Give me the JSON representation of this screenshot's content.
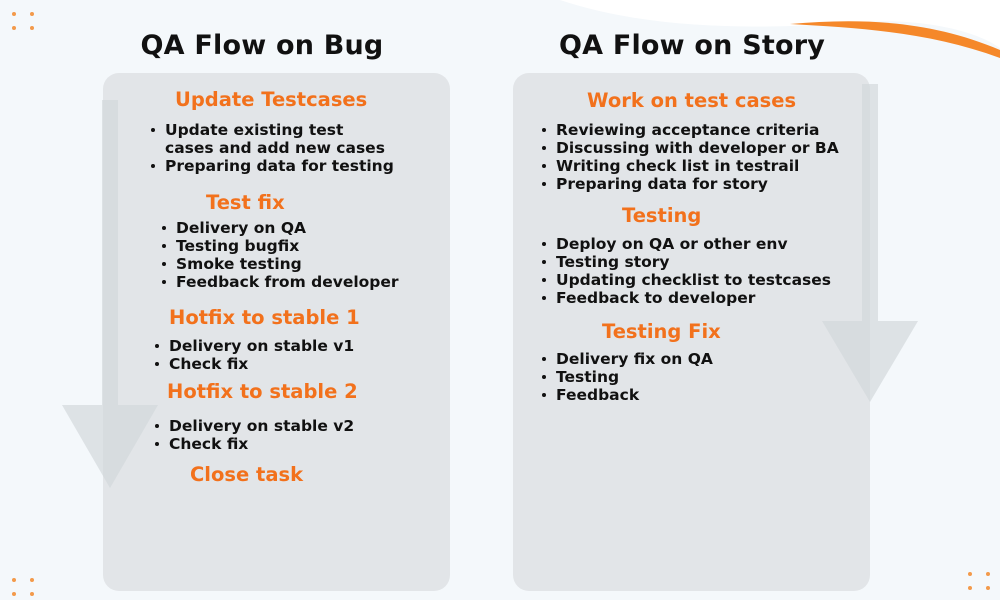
{
  "colors": {
    "accent": "#f2711c",
    "card": "#e2e5e8",
    "text": "#111111"
  },
  "bug": {
    "title": "QA Flow on Bug",
    "sections": [
      {
        "title": "Update Testcases",
        "items": [
          "Update existing test\ncases and add new cases",
          "Preparing data for testing"
        ]
      },
      {
        "title": "Test fix",
        "items": [
          "Delivery on QA",
          "Testing bugfix",
          "Smoke testing",
          "Feedback from developer"
        ]
      },
      {
        "title": "Hotfix to stable 1",
        "items": [
          "Delivery on stable v1",
          "Check fix"
        ]
      },
      {
        "title": "Hotfix to stable 2",
        "items": [
          "Delivery on stable v2",
          "Check fix"
        ]
      },
      {
        "title": "Close task",
        "items": []
      }
    ]
  },
  "story": {
    "title": "QA Flow on Story",
    "sections": [
      {
        "title": "Work on test cases",
        "items": [
          "Reviewing acceptance criteria",
          "Discussing with developer or BA",
          "Writing check list in testrail",
          "Preparing data for story"
        ]
      },
      {
        "title": "Testing",
        "items": [
          "Deploy on QA or other env",
          "Testing story",
          "Updating checklist to testcases",
          "Feedback to developer"
        ]
      },
      {
        "title": "Testing Fix",
        "items": [
          "Delivery fix on QA",
          "Testing",
          "Feedback"
        ]
      }
    ]
  }
}
